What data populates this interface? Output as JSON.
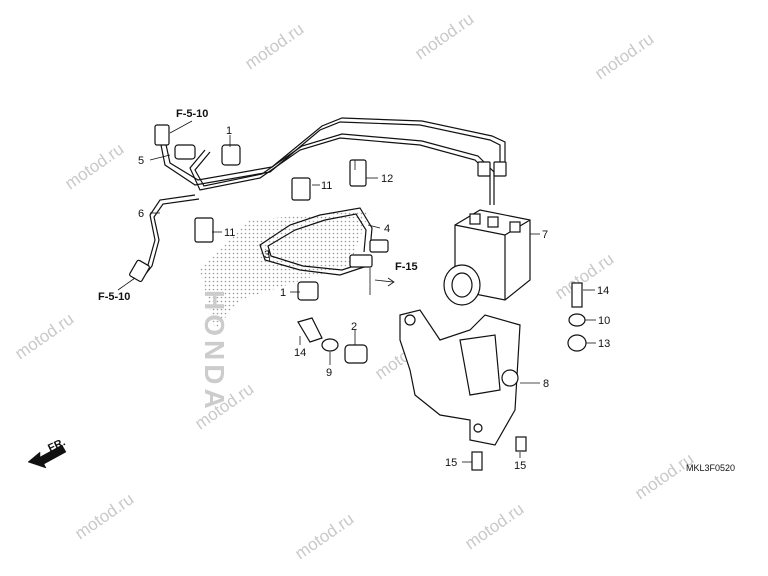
{
  "diagram": {
    "watermark": "motod.ru",
    "brand_mark": "HONDA",
    "drawing_code": "MKL3F0520",
    "front_indicator": "FR.",
    "ref_labels": {
      "f510_top": "F-5-10",
      "f510_bottom": "F-5-10",
      "f15": "F-15"
    },
    "callouts": {
      "c1a": "1",
      "c1b": "1",
      "c2": "2",
      "c3": "3",
      "c4": "4",
      "c5": "5",
      "c6": "6",
      "c7": "7",
      "c8": "8",
      "c9": "9",
      "c10": "10",
      "c11a": "11",
      "c11b": "11",
      "c12": "12",
      "c13": "13",
      "c14a": "14",
      "c14b": "14",
      "c15a": "15",
      "c15b": "15"
    }
  }
}
